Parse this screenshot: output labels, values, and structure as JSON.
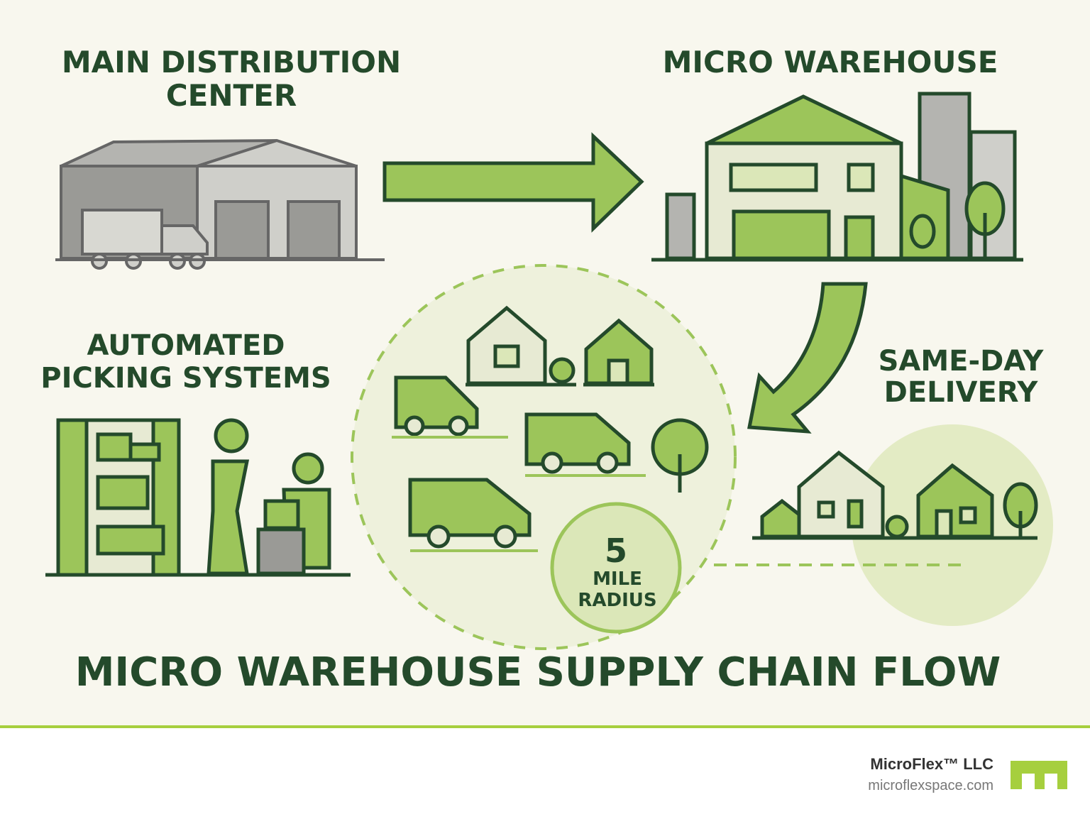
{
  "title": "MICRO WAREHOUSE SUPPLY CHAIN FLOW",
  "stages": {
    "distribution_center": [
      "MAIN DISTRIBUTION",
      "CENTER"
    ],
    "micro_warehouse": [
      "MICRO WAREHOUSE"
    ],
    "picking": [
      "AUTOMATED",
      "PICKING SYSTEMS"
    ],
    "delivery": [
      "SAME-DAY",
      "DELIVERY"
    ]
  },
  "radius_badge": {
    "number": "5",
    "line1": "MILE",
    "line2": "RADIUS"
  },
  "footer": {
    "company": "MicroFlex™ LLC",
    "url": "microflexspace.com"
  },
  "colors": {
    "dark_green": "#244a2b",
    "light_green": "#9cc55a",
    "pale_green": "#dbe7b8",
    "accent": "#a6cf3e",
    "gray": "#9a9a96",
    "background": "#f8f7ee"
  }
}
